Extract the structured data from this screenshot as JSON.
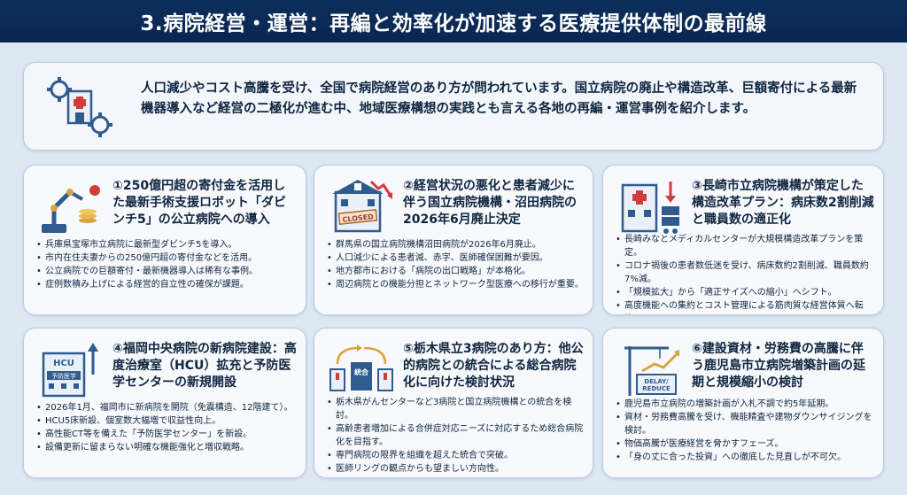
{
  "title": "3.病院経営・運営：再編と効率化が加速する医療提供体制の最前線",
  "intro": {
    "text": "人口減少やコスト高騰を受け、全国で病院経営のあり方が問われています。国立病院の廃止や構造改革、巨額寄付による最新機器導入など経営の二極化が進む中、地域医療構想の実践とも言える各地の再編・運営事例を紹介します。",
    "icon": "hospital-gears-icon"
  },
  "cards": [
    {
      "title": "①250億円超の寄付金を活用した最新手術支援ロボット「ダビンチ5」の公立病院への導入",
      "icon": "surgical-robot-icon",
      "bullets": [
        "兵庫県宝塚市立病院に最新型ダビンチ5を導入。",
        "市内在住夫妻からの250億円超の寄付金などを活用。",
        "公立病院での巨額寄付・最新機器導入は稀有な事例。",
        "症例数積み上げによる経営的自立性の確保が課題。"
      ]
    },
    {
      "title": "②経営状況の悪化と患者減少に伴う国立病院機構・沼田病院の2026年6月廃止決定",
      "icon": "closed-hospital-icon",
      "closed_label": "CLOSED",
      "bullets": [
        "群馬県の国立病院機構沼田病院が2026年6月廃止。",
        "人口減少による患者減、赤字、医師確保困難が要因。",
        "地方都市における「病院の出口戦略」が本格化。",
        "周辺病院との機能分担とネットワーク型医療への移行が重要。"
      ]
    },
    {
      "title": "③長崎市立病院機構が策定した構造改革プラン：病床数2割削減と職員数の適正化",
      "icon": "hospital-downsizing-icon",
      "bullets": [
        "長崎みなとメディカルセンターが大規模構造改革プランを策定。",
        "コロナ禍後の患者数低迷を受け、病床数約2割削減、職員数約7%減。",
        "「規模拡大」から「適正サイズへの縮小」へシフト。",
        "高度機能への集約とコスト管理による筋肉質な経営体質へ転換。"
      ]
    },
    {
      "title": "④福岡中央病院の新病院建設：高度治療室（HCU）拡充と予防医学センターの新規開設",
      "icon": "new-hospital-building-icon",
      "hcu_label": "HCU",
      "prev_label": "予防医学",
      "bullets": [
        "2026年1月、福岡市に新病院を開院（免震構造、12階建て）。",
        "HCU5床新設、個室数大幅増で収益性向上。",
        "高性能CT等を備えた「予防医学センター」を新設。",
        "設備更新に留まらない明確な機能強化と増収戦略。"
      ]
    },
    {
      "title": "⑤栃木県立3病院のあり方：他公的病院との統合による総合病院化に向けた検討状況",
      "icon": "hospital-merger-icon",
      "merge_label": "統合",
      "bullets": [
        "栃木県がんセンターなど3病院と国立病院機構との統合を検討。",
        "高齢患者増加による合併症対応ニーズに対応するため総合病院化を目指す。",
        "専門病院の限界を組織を超えた統合で突破。",
        "医師リングの観点からも望ましい方向性。"
      ]
    },
    {
      "title": "⑥建設資材・労務費の高騰に伴う鹿児島市立病院増築計画の延期と規模縮小の検討",
      "icon": "construction-delay-icon",
      "sign_line1": "DELAY/",
      "sign_line2": "REDUCE",
      "bullets": [
        "鹿児島市立病院の増築計画が入札不調で約5年延期。",
        "資材・労務費高騰を受け、機能精査や建物ダウンサイジングを検討。",
        "物価高騰が医療経営を脅かすフェーズ。",
        "「身の丈に合った投資」への徹底した見直しが不可欠。"
      ]
    }
  ]
}
